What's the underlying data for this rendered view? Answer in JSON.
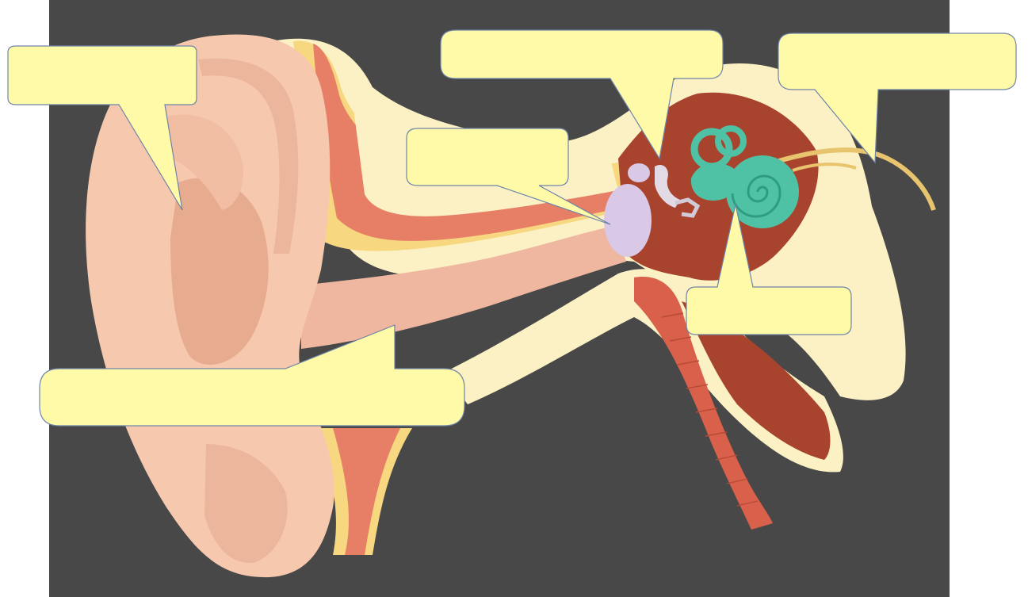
{
  "diagram": {
    "subject": "ear-anatomy-cross-section",
    "colors": {
      "background_panel": "#484848",
      "page": "#ffffff",
      "skin": "#f6c8ae",
      "skin_shadow": "#e7ab90",
      "tissue_yellow": "#f7d77f",
      "tissue_red": "#e77f67",
      "bone_cream": "#fbf1c4",
      "cavity": "#a8442e",
      "ossicle_lilac": "#d9c8e6",
      "cochlea_teal": "#4fc2a6",
      "nerve": "#e8c46e",
      "eustachian_tube": "#d9604a",
      "label_box_fill": "#fffaa8",
      "label_box_border": "#6f84a8"
    },
    "label_boxes": [
      {
        "id": "pinna-label",
        "text": ""
      },
      {
        "id": "ossicles-label",
        "text": ""
      },
      {
        "id": "auditory-nerve-label",
        "text": ""
      },
      {
        "id": "eardrum-label",
        "text": ""
      },
      {
        "id": "cochlea-label",
        "text": ""
      },
      {
        "id": "ear-canal-label",
        "text": ""
      }
    ]
  }
}
